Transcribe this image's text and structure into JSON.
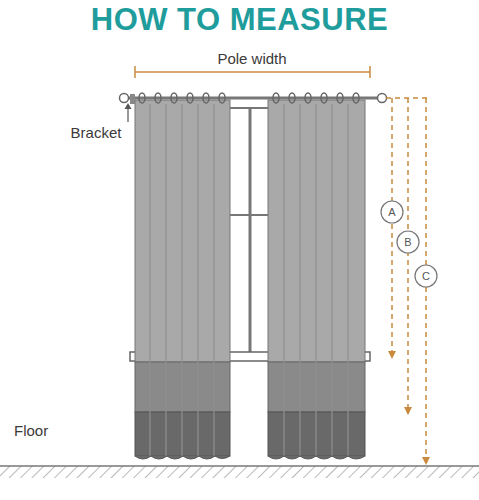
{
  "diagram": {
    "title": "HOW TO MEASURE",
    "nodes": [
      {
        "text": [
          "A"
        ]
      },
      {
        "text": [
          "B"
        ]
      },
      {
        "text": [
          "C"
        ]
      }
    ],
    "labels": [
      "Pole width",
      "Bracket",
      "Floor"
    ]
  }
}
